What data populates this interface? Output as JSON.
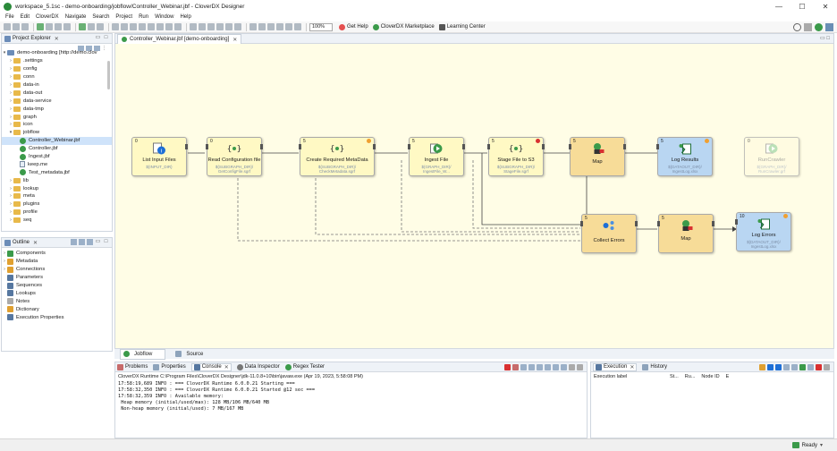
{
  "window": {
    "title": "workspace_5.1sc - demo-onboarding/jobflow/Controller_Webinar.jbf - CloverDX Designer",
    "controls": [
      "—",
      "☐",
      "✕"
    ]
  },
  "menu": [
    "File",
    "Edit",
    "CloverDX",
    "Navigate",
    "Search",
    "Project",
    "Run",
    "Window",
    "Help"
  ],
  "toolbar": {
    "zoom": "100%",
    "get_help": "Get Help",
    "marketplace": "CloverDX Marketplace",
    "learning": "Learning Center"
  },
  "project_explorer": {
    "tab": "Project Explorer",
    "root": "demo-onboarding [http://demo.clov",
    "items": [
      {
        "label": ".settings",
        "type": "folder",
        "depth": 1
      },
      {
        "label": "config",
        "type": "folder",
        "depth": 1
      },
      {
        "label": "conn",
        "type": "folder",
        "depth": 1
      },
      {
        "label": "data-in",
        "type": "folder",
        "depth": 1
      },
      {
        "label": "data-out",
        "type": "folder",
        "depth": 1
      },
      {
        "label": "data-service",
        "type": "folder",
        "depth": 1
      },
      {
        "label": "data-tmp",
        "type": "folder",
        "depth": 1
      },
      {
        "label": "graph",
        "type": "folder",
        "depth": 1
      },
      {
        "label": "icon",
        "type": "folder",
        "depth": 1
      },
      {
        "label": "jobflow",
        "type": "folder",
        "depth": 1,
        "expanded": true
      },
      {
        "label": "Controller_Webinar.jbf",
        "type": "graph",
        "depth": 2,
        "selected": true
      },
      {
        "label": "Controller.jbf",
        "type": "graph",
        "depth": 2
      },
      {
        "label": "Ingest.jbf",
        "type": "graph",
        "depth": 2
      },
      {
        "label": "keep.me",
        "type": "file",
        "depth": 2
      },
      {
        "label": "Test_metadata.jbf",
        "type": "graph",
        "depth": 2
      },
      {
        "label": "lib",
        "type": "folder",
        "depth": 1
      },
      {
        "label": "lookup",
        "type": "folder",
        "depth": 1
      },
      {
        "label": "meta",
        "type": "folder",
        "depth": 1
      },
      {
        "label": "plugins",
        "type": "folder",
        "depth": 1
      },
      {
        "label": "profile",
        "type": "folder",
        "depth": 1
      },
      {
        "label": "seq",
        "type": "folder",
        "depth": 1
      }
    ]
  },
  "outline": {
    "tab": "Outline",
    "items": [
      "Components",
      "Metadata",
      "Connections",
      "Parameters",
      "Sequences",
      "Lookups",
      "Notes",
      "Dictionary",
      "Execution Properties"
    ]
  },
  "editor": {
    "tab": "Controller_Webinar.jbf [demo-onboarding]",
    "bottom_tabs": [
      "Jobflow",
      "Source"
    ],
    "nodes": {
      "list_input": {
        "num": "0",
        "title": "List Input Files",
        "sub": "${INPUT_DIR}"
      },
      "read_config": {
        "num": "0",
        "title": "Read Configuration file",
        "sub": "${SUBGRAPH_DIR}/\nGetConfigFile.sgrf"
      },
      "create_meta": {
        "num": "5",
        "title": "Create Required MetaData",
        "sub": "${SUBGRAPH_DIR}/\nCheckMetadata.sgrf"
      },
      "ingest": {
        "num": "5",
        "title": "Ingest File",
        "sub": "${GRAPH_DIR}/\nIngestFile_W..."
      },
      "stage_s3": {
        "num": "5",
        "title": "Stage File to S3",
        "sub": "${SUBGRAPH_DIR}/\nStageFile.sgrf"
      },
      "map1": {
        "num": "5",
        "title": "Map",
        "sub": ""
      },
      "log_results": {
        "num": "5",
        "title": "Log Results",
        "sub": "${DATAOUT_DIR}/\nIngestLog.xlsx"
      },
      "run_crawler": {
        "num": "0",
        "title": "RunCrawler",
        "sub": "${GRAPH_DIR}/\nRunCrawler.grf"
      },
      "collect_errors": {
        "num": "5",
        "title": "Collect Errors",
        "sub": ""
      },
      "map2": {
        "num": "5",
        "title": "Map",
        "sub": ""
      },
      "log_errors": {
        "num": "10",
        "title": "Log Errors",
        "sub": "${DATAOUT_DIR}/\nIngestLog.xlsx"
      }
    }
  },
  "console": {
    "tabs": [
      "Problems",
      "Properties",
      "Console",
      "Data Inspector",
      "Regex Tester"
    ],
    "desc": "CloverDX Runtime C:\\Program Files\\CloverDX Designer\\jdk-11.0.8+10\\bin\\javaw.exe (Apr 19, 2023, 5:58:08 PM)",
    "lines": [
      "17:58:19,689 INFO : === CloverDX Runtime 6.0.0.21 Starting ===",
      "17:58:32,350 INFO : === CloverDX Runtime 6.0.0.21 Started @12 sec ===",
      "17:58:32,359 INFO : Available memory:",
      " Heap memory (initial/used/max): 128 MB/106 MB/640 MB",
      " Non-heap memory (initial/used): 7 MB/167 MB"
    ]
  },
  "execution": {
    "tabs": [
      "Execution",
      "History"
    ],
    "columns": [
      "Execution label",
      "St...",
      "Ru...",
      "Node ID",
      "E"
    ]
  },
  "status": {
    "ready": "Ready"
  }
}
